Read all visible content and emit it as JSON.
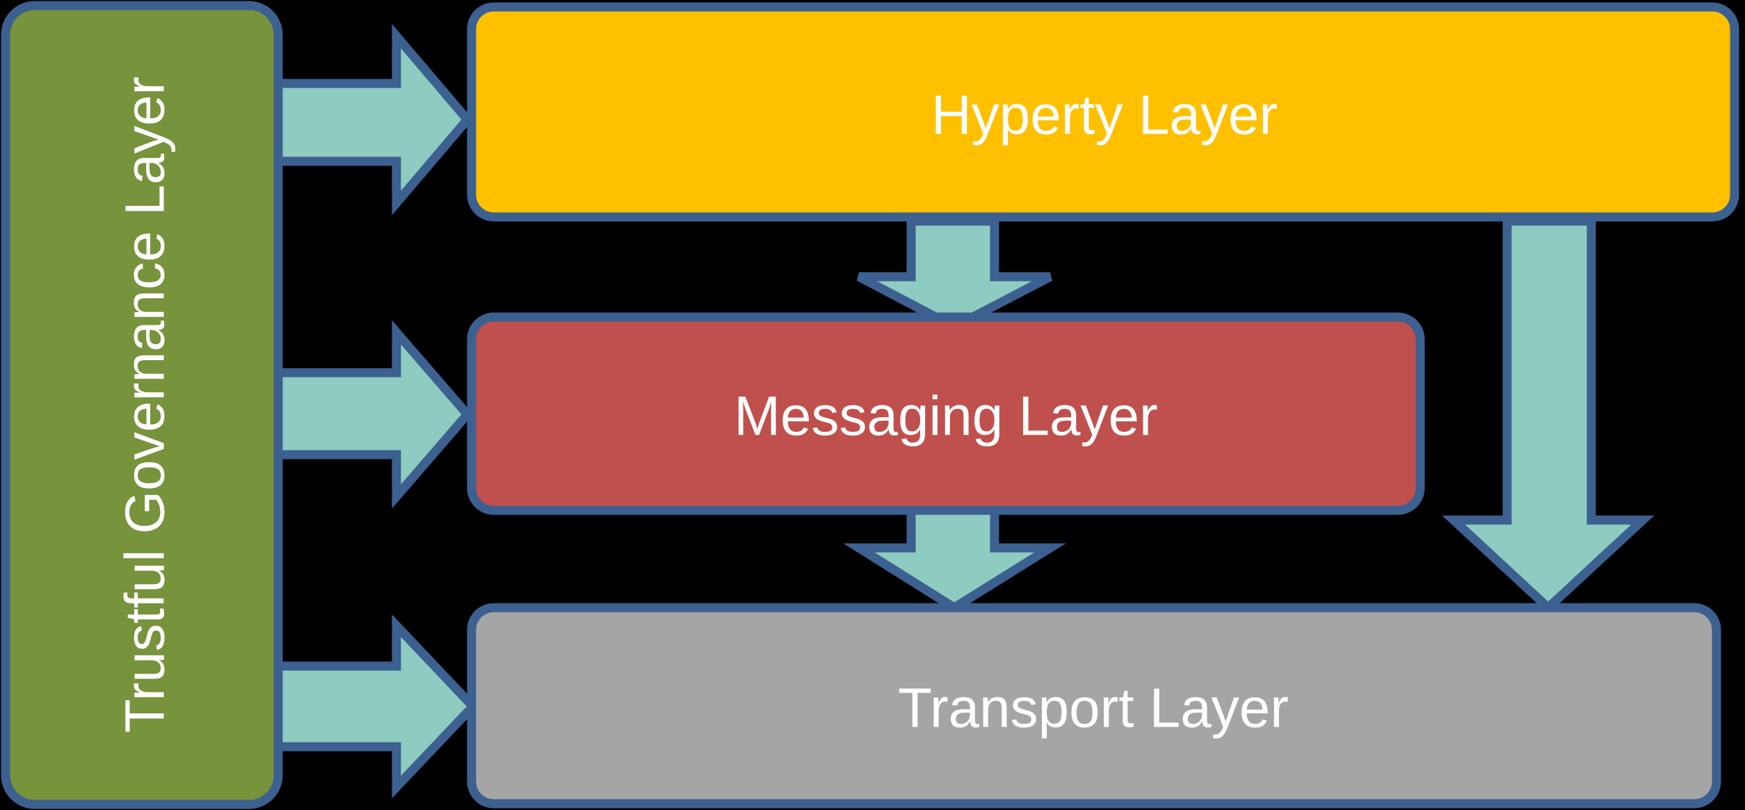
{
  "colors": {
    "background": "#000000",
    "outline": "#3c6090",
    "arrow_fill": "#8ecbc0",
    "governance_fill": "#77933c",
    "hyperty_fill": "#ffc000",
    "messaging_fill": "#c0504d",
    "transport_fill": "#a5a5a5",
    "label_text": "#ffffff"
  },
  "layers": {
    "governance": {
      "label": "Trustful Governance Layer"
    },
    "hyperty": {
      "label": "Hyperty Layer"
    },
    "messaging": {
      "label": "Messaging Layer"
    },
    "transport": {
      "label": "Transport Layer"
    }
  },
  "arrows": [
    {
      "from": "governance",
      "to": "hyperty"
    },
    {
      "from": "governance",
      "to": "messaging"
    },
    {
      "from": "governance",
      "to": "transport"
    },
    {
      "from": "hyperty",
      "to": "messaging"
    },
    {
      "from": "messaging",
      "to": "transport"
    },
    {
      "from": "hyperty",
      "to": "transport"
    }
  ]
}
